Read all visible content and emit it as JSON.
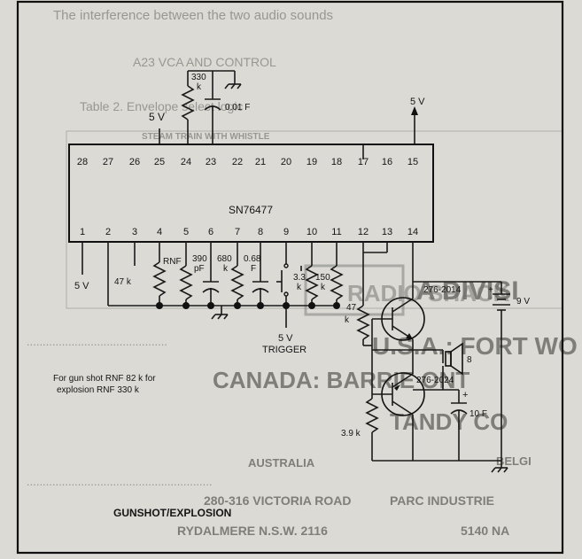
{
  "chip": {
    "name": "SN76477",
    "top_pins": [
      "28",
      "27",
      "26",
      "25",
      "24",
      "23",
      "22",
      "21",
      "20",
      "19",
      "18",
      "17",
      "16",
      "15"
    ],
    "bottom_pins": [
      "1",
      "2",
      "3",
      "4",
      "5",
      "6",
      "7",
      "8",
      "9",
      "10",
      "11",
      "12",
      "13",
      "14"
    ]
  },
  "components": {
    "r_330k_top": "330",
    "r_330k_unit": "k",
    "c_001": "0.01 F",
    "r_nf": "RNF",
    "r_47k_pin3": "47 k",
    "c_390pf_a": "390",
    "c_390pf_b": "pF",
    "r_680k_a": "680",
    "r_680k_b": "k",
    "c_068_a": "0.68",
    "c_068_b": "F",
    "r_33k_a": "3.3",
    "r_33k_b": "k",
    "r_150k_a": "150",
    "r_150k_b": "k",
    "r_47k_pin12_a": "47",
    "r_47k_pin12_b": "k",
    "r_39k": "3.9 k",
    "q1": "276-2014",
    "q2": "276-2024",
    "battery": "9 V",
    "speaker": "8",
    "c_10uf": "10 F"
  },
  "labels": {
    "v5_left": "5 V",
    "v5_top": "5 V",
    "v5_top_right": "5 V",
    "v5_trigger": "5 V",
    "trigger": "TRIGGER",
    "footnote_1": "For gun shot RNF  82 k  for",
    "footnote_2": "explosion RNF  330 k",
    "caption": "GUNSHOT/EXPLOSION"
  },
  "bleed_text": {
    "line1": "The interference between the two audio sounds",
    "line2": "A23 VCA AND CONTROL",
    "line3": "Table 2. Envelope select logic",
    "table_title": "STEAM TRAIN WITH WHISTLE",
    "brand_1": "RADIO SHACK",
    "brand_2": "A DIVISI",
    "brand_3": "U.S.A.: FORT WO",
    "brand_4": "CANADA: BARRIE ONT",
    "brand_5": "TANDY CO",
    "brand_6": "AUSTRALIA",
    "brand_7": "280-316 VICTORIA ROAD",
    "brand_8": "RYDALMERE N.S.W. 2116",
    "brand_9": "BELGI",
    "brand_10": "PARC INDUSTRIE",
    "brand_11": "5140 NA"
  }
}
